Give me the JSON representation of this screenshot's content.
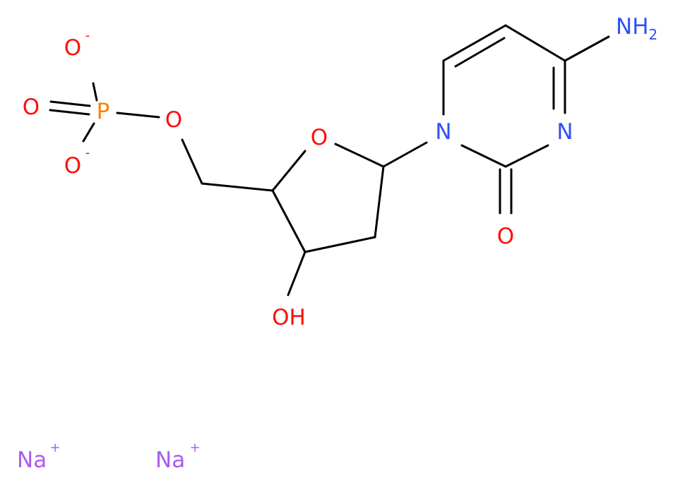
{
  "colors": {
    "bond": "#000000",
    "oxygen": "#ff0d0d",
    "nitrogen": "#3050f8",
    "phosphorus": "#ff8000",
    "sodium": "#ab5cf2",
    "background": "#ffffff"
  },
  "atoms": {
    "o_minus_top": "O",
    "charge_top": "-",
    "o_double": "O",
    "p": "P",
    "o_minus_bottom": "O",
    "charge_bottom": "-",
    "o_ester": "O",
    "o_ring": "O",
    "oh": "OH",
    "n1": "N",
    "n3": "N",
    "o_carbonyl": "O",
    "nh2_main": "NH",
    "nh2_sub": "2",
    "na1": "Na",
    "na1_charge": "+",
    "na2": "Na",
    "na2_charge": "+"
  }
}
